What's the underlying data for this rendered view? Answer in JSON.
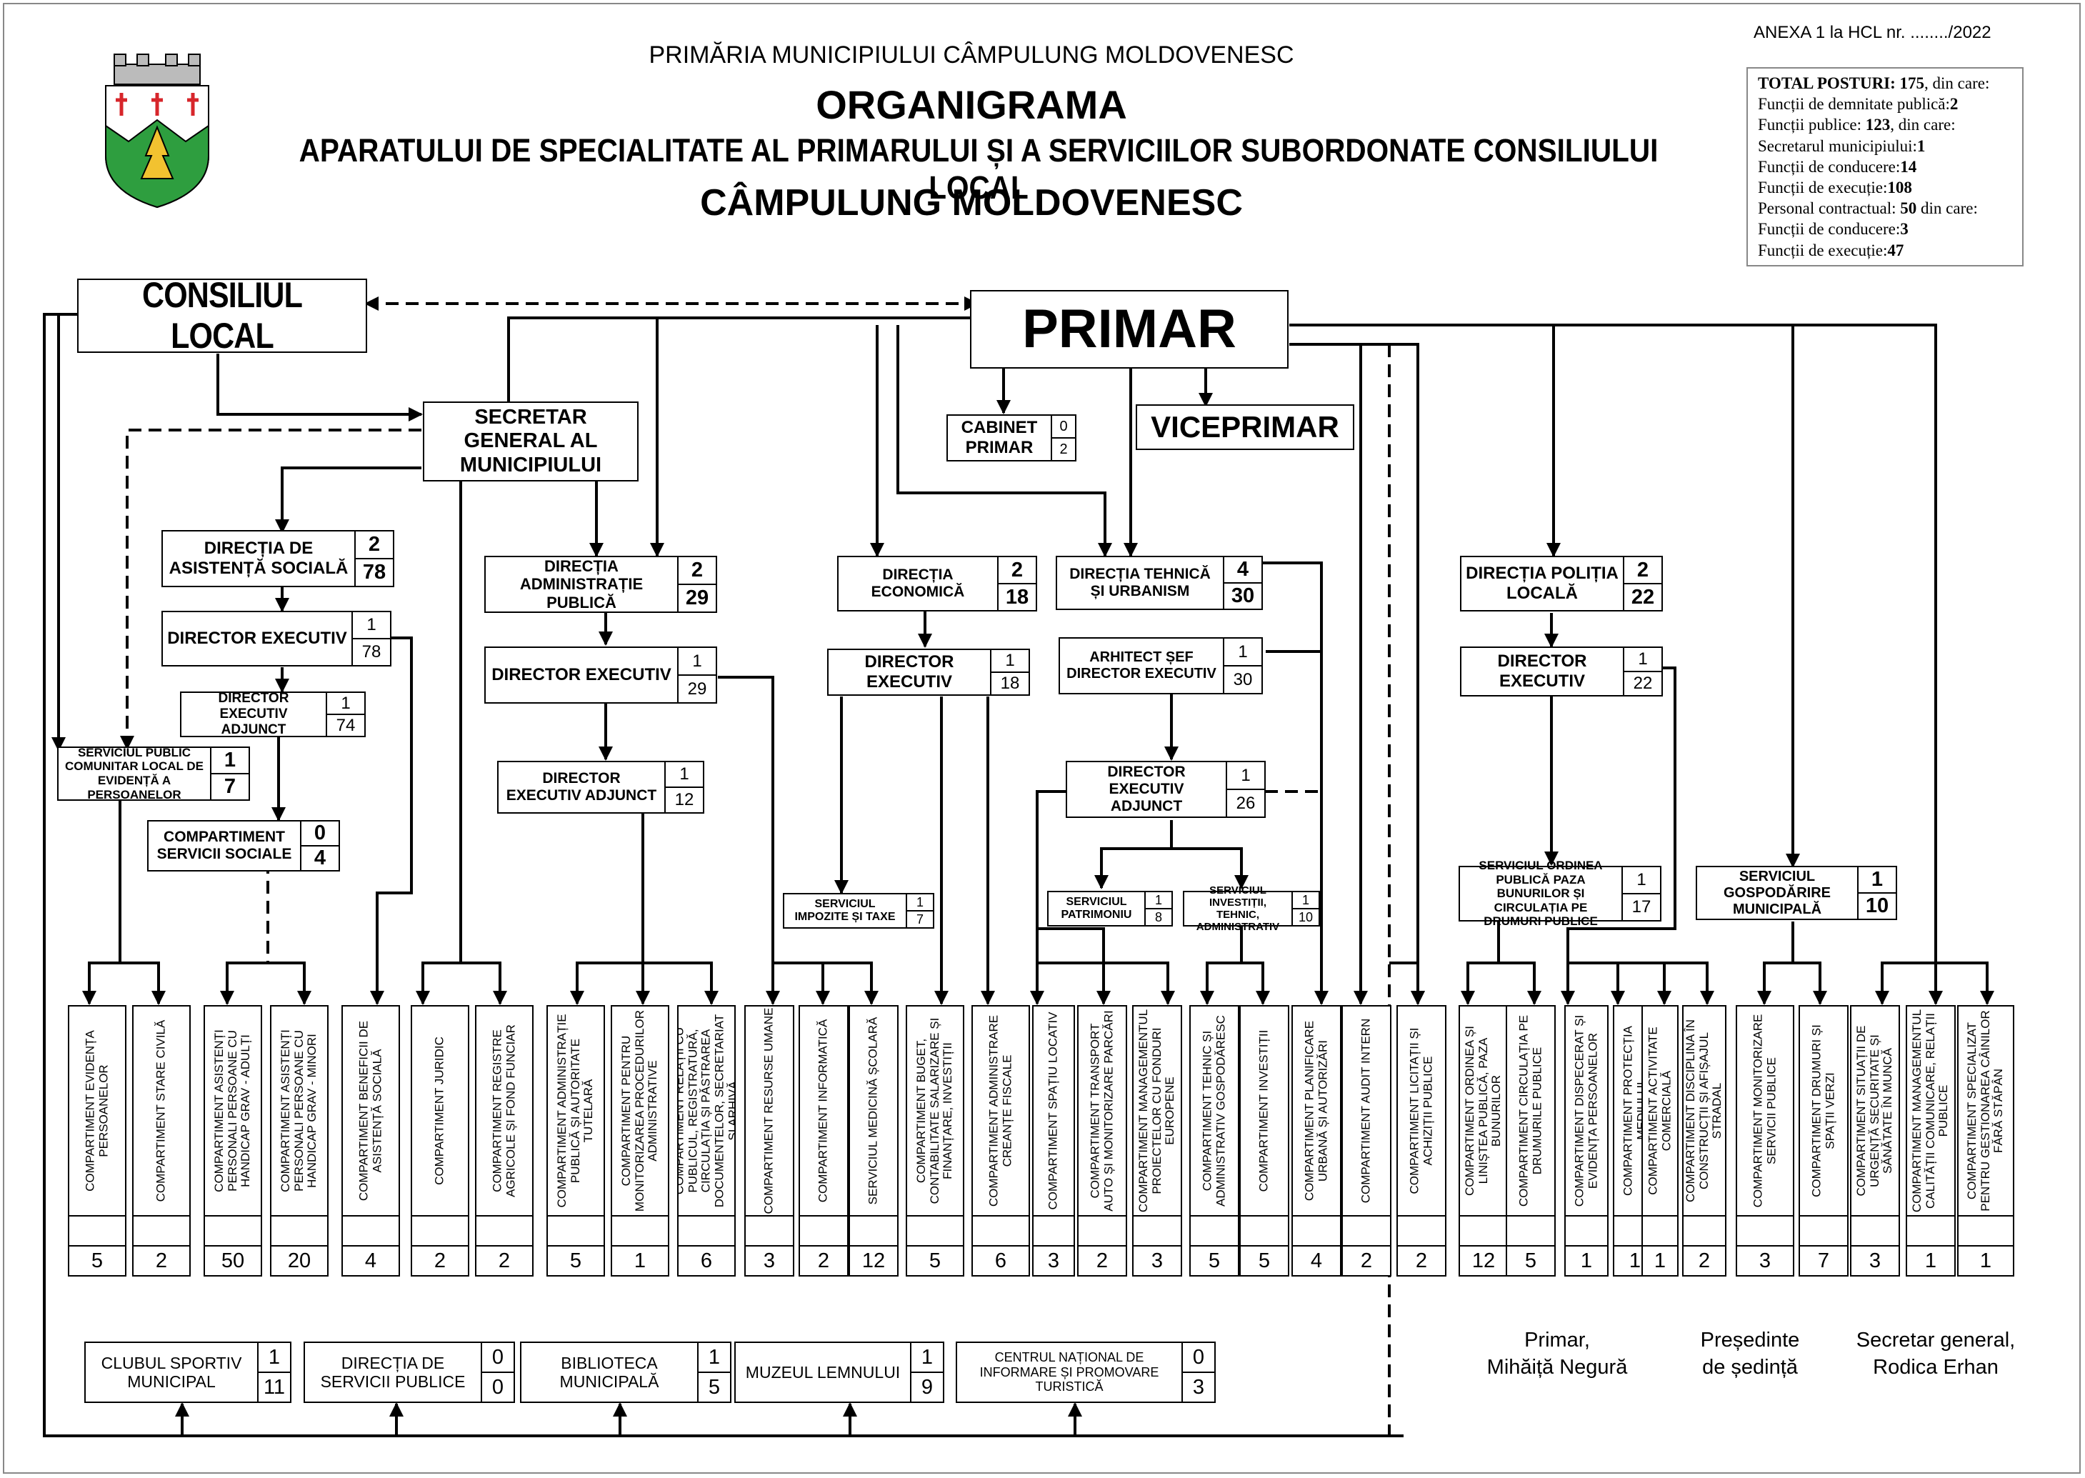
{
  "annex": "ANEXA 1 la HCL nr. ......../2022",
  "header": {
    "institution": "PRIMĂRIA MUNICIPIULUI CÂMPULUNG MOLDOVENESC",
    "title": "ORGANIGRAMA",
    "subtitle": "APARATULUI DE SPECIALITATE AL PRIMARULUI ȘI A SERVICIILOR SUBORDONATE CONSILIULUI LOCAL",
    "city": "CÂMPULUNG MOLDOVENESC"
  },
  "totals": [
    {
      "label": "TOTAL POSTURI: ",
      "value": "175",
      "suffix": ", din care:",
      "bold_label": true
    },
    {
      "label": "Funcții de demnitate publică:",
      "value": "2",
      "suffix": ""
    },
    {
      "label": "Funcții publice: ",
      "value": "123",
      "suffix": ", din care:"
    },
    {
      "label": "Secretarul municipiului:",
      "value": "1",
      "suffix": ""
    },
    {
      "label": "Funcții de conducere:",
      "value": "14",
      "suffix": ""
    },
    {
      "label": "Funcții de execuție:",
      "value": "108",
      "suffix": ""
    },
    {
      "label": "Personal contractual: ",
      "value": "50",
      "suffix": " din care:"
    },
    {
      "label": "Funcții de conducere:",
      "value": "3",
      "suffix": ""
    },
    {
      "label": "Funcții de execuție:",
      "value": "47",
      "suffix": ""
    }
  ],
  "top": {
    "consiliu": "CONSILIUL LOCAL",
    "primar": "PRIMAR",
    "viceprimar": "VICEPRIMAR",
    "secretar": "SECRETAR GENERAL AL MUNICIPIULUI",
    "cabinet": {
      "label": "CABINET PRIMAR",
      "a": "0",
      "b": "2"
    }
  },
  "nodes": {
    "das": {
      "label": "DIRECȚIA DE ASISTENȚĂ SOCIALĂ",
      "a": "2",
      "b": "78"
    },
    "das_dir": {
      "label": "DIRECTOR EXECUTIV",
      "a": "1",
      "b": "78"
    },
    "das_adj": {
      "label": "DIRECTOR EXECUTIV ADJUNCT",
      "a": "1",
      "b": "74"
    },
    "spclep": {
      "label": "SERVICIUL PUBLIC COMUNITAR LOCAL DE EVIDENȚĂ A PERSOANELOR",
      "a": "1",
      "b": "7"
    },
    "css": {
      "label": "COMPARTIMENT SERVICII SOCIALE",
      "a": "0",
      "b": "4"
    },
    "dap": {
      "label": "DIRECȚIA ADMINISTRAȚIE PUBLICĂ",
      "a": "2",
      "b": "29"
    },
    "dap_dir": {
      "label": "DIRECTOR EXECUTIV",
      "a": "1",
      "b": "29"
    },
    "dap_adj": {
      "label": "DIRECTOR EXECUTIV ADJUNCT",
      "a": "1",
      "b": "12"
    },
    "de": {
      "label": "DIRECȚIA ECONOMICĂ",
      "a": "2",
      "b": "18"
    },
    "de_dir": {
      "label": "DIRECTOR EXECUTIV",
      "a": "1",
      "b": "18"
    },
    "sit": {
      "label": "SERVICIUL IMPOZITE ȘI TAXE",
      "a": "1",
      "b": "7"
    },
    "dtu": {
      "label": "DIRECȚIA TEHNICĂ ȘI URBANISM",
      "a": "4",
      "b": "30"
    },
    "dtu_arh": {
      "label": "ARHITECT ȘEF DIRECTOR EXECUTIV",
      "a": "1",
      "b": "30"
    },
    "dtu_adj": {
      "label": "DIRECTOR EXECUTIV ADJUNCT",
      "a": "1",
      "b": "26"
    },
    "spat": {
      "label": "SERVICIUL PATRIMONIU",
      "a": "1",
      "b": "8"
    },
    "sita": {
      "label": "SERVICIUL INVESTIȚII, TEHNIC, ADMINISTRATIV",
      "a": "1",
      "b": "10"
    },
    "dpl": {
      "label": "DIRECȚIA POLIȚIA LOCALĂ",
      "a": "2",
      "b": "22"
    },
    "dpl_dir": {
      "label": "DIRECTOR EXECUTIV",
      "a": "1",
      "b": "22"
    },
    "sop": {
      "label": "SERVICIUL ORDINEA PUBLICĂ PAZA BUNURILOR ȘI CIRCULAȚIA PE DRUMURI PUBLICE",
      "a": "1",
      "b": "17"
    },
    "sgm": {
      "label": "SERVICIUL GOSPODĂRIRE MUNICIPALĂ",
      "a": "1",
      "b": "10"
    }
  },
  "columns": [
    {
      "label": "COMPARTIMENT EVIDENȚA PERSOANELOR",
      "count": "5"
    },
    {
      "label": "COMPARTIMENT STARE CIVILĂ",
      "count": "2"
    },
    {
      "label": "COMPARTIMENT ASISTENȚI PERSONALI PERSOANE CU HANDICAP GRAV - ADULȚI",
      "count": "50"
    },
    {
      "label": "COMPARTIMENT ASISTENȚI PERSONALI PERSOANE CU HANDICAP GRAV - MINORI",
      "count": "20"
    },
    {
      "label": "COMPARTIMENT BENEFICII DE ASISTENȚĂ SOCIALĂ",
      "count": "4"
    },
    {
      "label": "COMPARTIMENT JURIDIC",
      "count": "2"
    },
    {
      "label": "COMPARTIMENT REGISTRE AGRICOLE ȘI FOND FUNCIAR",
      "count": "2"
    },
    {
      "label": "COMPARTIMENT ADMINISTRAȚIE PUBLICĂ ȘI AUTORITATE TUTELARĂ",
      "count": "5"
    },
    {
      "label": "COMPARTIMENT PENTRU MONITORIZAREA PROCEDURILOR ADMINISTRATIVE",
      "count": "1"
    },
    {
      "label": "COMPARTIMENT RELAȚII CU PUBLICUL, REGISTRATURĂ, CIRCULAȚIA ȘI PĂSTRAREA DOCUMENTELOR, SECRETARIAT ȘI ARHIVĂ",
      "count": "6"
    },
    {
      "label": "COMPARTIMENT RESURSE UMANE",
      "count": "3"
    },
    {
      "label": "COMPARTIMENT INFORMATICĂ",
      "count": "2"
    },
    {
      "label": "SERVICIUL MEDICINĂ ȘCOLARĂ",
      "count": "12"
    },
    {
      "label": "COMPARTIMENT BUGET, CONTABILITATE SALARIZARE ȘI FINANȚARE, INVESTIȚII",
      "count": "5"
    },
    {
      "label": "COMPARTIMENT ADMINISTRARE CREANȚE FISCALE",
      "count": "6"
    },
    {
      "label": "COMPARTIMENT SPAȚIU LOCATIV",
      "count": "3"
    },
    {
      "label": "COMPARTIMENT TRANSPORT AUTO ȘI MONITORIZARE PARCĂRI",
      "count": "2"
    },
    {
      "label": "COMPARTIMENT MANAGEMENTUL PROIECTELOR CU FONDURI EUROPENE",
      "count": "3"
    },
    {
      "label": "COMPARTIMENT TEHNIC ȘI ADMINISTRATIV GOSPODĂRESC",
      "count": "5"
    },
    {
      "label": "COMPARTIMENT INVESTIȚII",
      "count": "5"
    },
    {
      "label": "COMPARTIMENT PLANIFICARE URBANĂ ȘI AUTORIZĂRI",
      "count": "4"
    },
    {
      "label": "COMPARTIMENT AUDIT INTERN",
      "count": "2"
    },
    {
      "label": "COMPARTIMENT LICITAȚII ȘI ACHIZIȚII PUBLICE",
      "count": "2"
    },
    {
      "label": "COMPARTIMENT ORDINEA ȘI LINIȘTEA PUBLICĂ, PAZA BUNURILOR",
      "count": "12"
    },
    {
      "label": "COMPARTIMENT CIRCULAȚIA PE DRUMURILE PUBLICE",
      "count": "5"
    },
    {
      "label": "COMPARTIMENT DISPECERAT ȘI EVIDENȚA PERSOANELOR",
      "count": "1"
    },
    {
      "label": "COMPARTIMENT PROTECȚIA MEDIULUI",
      "count": "1"
    },
    {
      "label": "COMPARTIMENT ACTIVITATE COMERCIALĂ",
      "count": "1"
    },
    {
      "label": "COMPARTIMENT DISCIPLINA ÎN CONSTRUCȚII ȘI AFIȘAJUL STRADAL",
      "count": "2"
    },
    {
      "label": "COMPARTIMENT MONITORIZARE SERVICII PUBLICE",
      "count": "3"
    },
    {
      "label": "COMPARTIMENT DRUMURI ȘI SPAȚII VERZI",
      "count": "7"
    },
    {
      "label": "COMPARTIMENT SITUAȚII DE URGENȚĂ SECURITATE ȘI SĂNĂTATE ÎN MUNCĂ",
      "count": "3"
    },
    {
      "label": "COMPARTIMENT MANAGEMENTUL CALITĂȚII COMUNICARE, RELAȚII PUBLICE",
      "count": "1"
    },
    {
      "label": "COMPARTIMENT SPECIALIZAT PENTRU GESTIONAREA CÂINILOR FĂRĂ STĂPÂN",
      "count": "1"
    }
  ],
  "subordinate": [
    {
      "label": "CLUBUL SPORTIV MUNICIPAL",
      "a": "1",
      "b": "11"
    },
    {
      "label": "DIRECȚIA DE SERVICII PUBLICE",
      "a": "0",
      "b": "0"
    },
    {
      "label": "BIBLIOTECA MUNICIPALĂ",
      "a": "1",
      "b": "5"
    },
    {
      "label": "MUZEUL LEMNULUI",
      "a": "1",
      "b": "9"
    },
    {
      "label": "CENTRUL NAȚIONAL DE INFORMARE ȘI PROMOVARE TURISTICĂ",
      "a": "0",
      "b": "3"
    }
  ],
  "signatures": [
    {
      "role": "Primar,",
      "name": "Mihăiță Negură"
    },
    {
      "role": "Președinte",
      "name": "de ședință"
    },
    {
      "role": "Secretar general,",
      "name": "Rodica Erhan"
    }
  ],
  "colors": {
    "line": "#000000",
    "frame": "#888888",
    "crest_green": "#2e9e3f",
    "crest_red": "#d7262b",
    "crest_yellow": "#f2c230"
  }
}
